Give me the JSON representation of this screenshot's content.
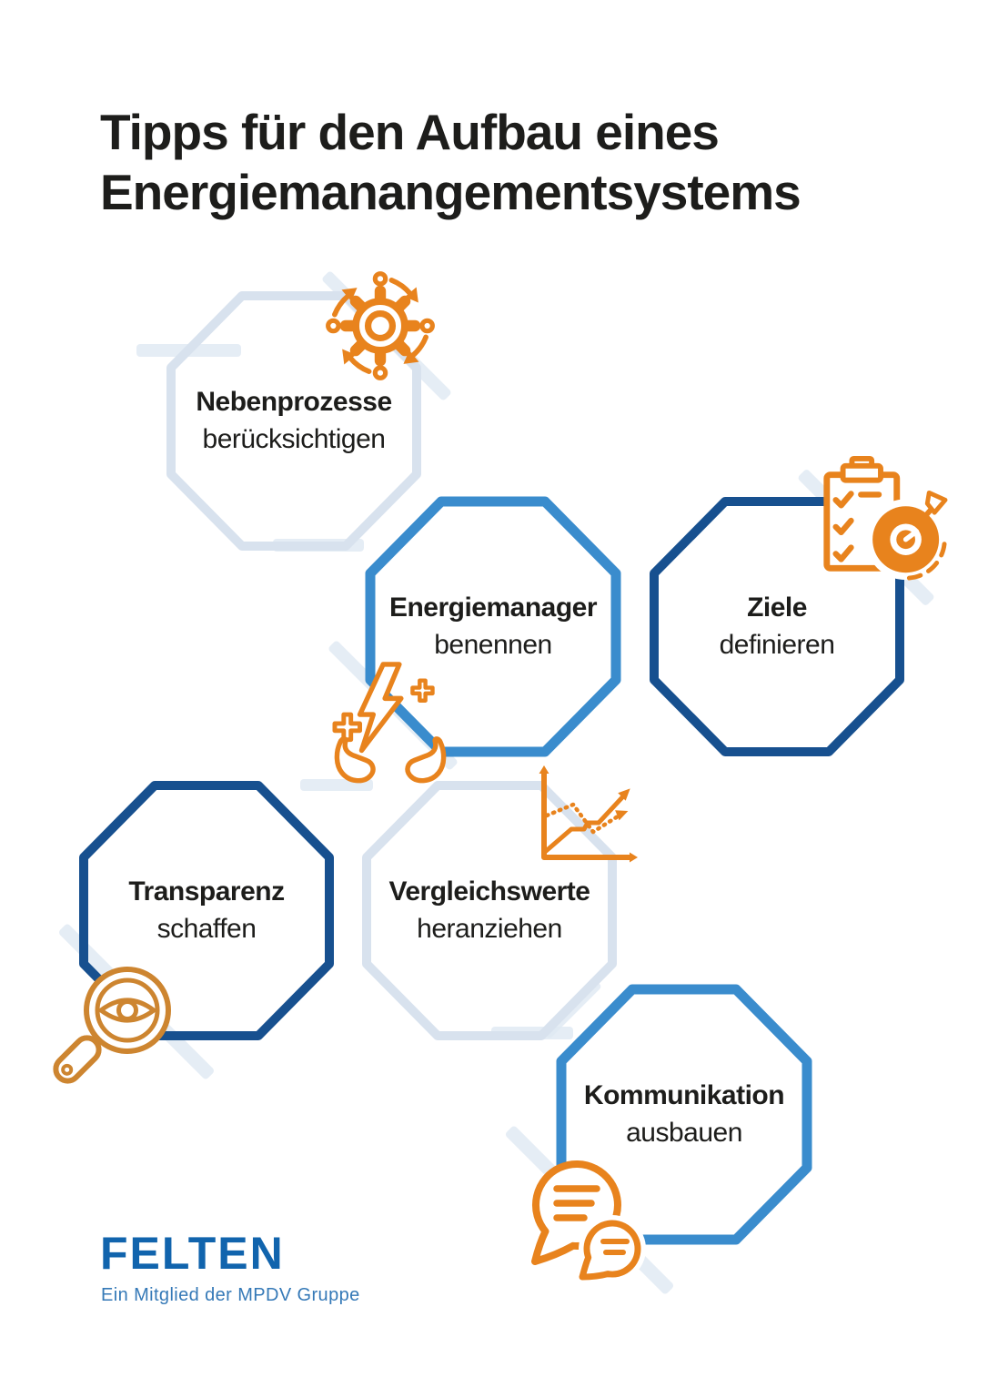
{
  "title": {
    "line1": "Tipps für den Aufbau eines",
    "line2": "Energiemanangementsystems"
  },
  "tips": [
    {
      "bold": "Nebenprozesse",
      "regular": "berücksichtigen",
      "variant": "light",
      "icon": "process-cycle-gear"
    },
    {
      "bold": "Energiemanager",
      "regular": "benennen",
      "variant": "medium",
      "icon": "hands-energy"
    },
    {
      "bold": "Ziele",
      "regular": "definieren",
      "variant": "dark",
      "icon": "checklist-target"
    },
    {
      "bold": "Transparenz",
      "regular": "schaffen",
      "variant": "dark",
      "icon": "magnifier-eye"
    },
    {
      "bold": "Vergleichswerte",
      "regular": "heranziehen",
      "variant": "light",
      "icon": "trend-comparison-chart"
    },
    {
      "bold": "Kommunikation",
      "regular": "ausbauen",
      "variant": "medium",
      "icon": "speech-bubbles"
    }
  ],
  "footer": {
    "logo_text": "FELTEN",
    "tagline": "Ein Mitglied der MPDV Gruppe"
  },
  "colors": {
    "text_dark": "#1d1d1b",
    "octagon_light": "#d8e2ee",
    "octagon_medium": "#3a8ccd",
    "octagon_dark": "#17508f",
    "icon_orange": "#e8831d",
    "stripe_blue": "#dfe8f3",
    "logo_blue": "#1164ad",
    "tagline_blue": "#3579b7"
  }
}
